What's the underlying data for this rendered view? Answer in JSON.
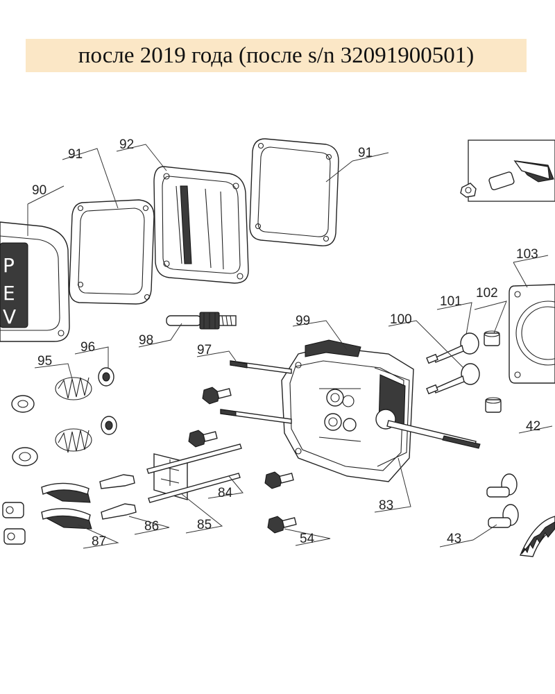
{
  "banner": {
    "text": "после 2019 года (после s/n 32091900501)",
    "background": "#fbe7c6"
  },
  "callouts": {
    "c90": "90",
    "c91a": "91",
    "c92": "92",
    "c91b": "91",
    "c103": "103",
    "c101": "101",
    "c102": "102",
    "c100": "100",
    "c99": "99",
    "c98": "98",
    "c97": "97",
    "c96": "96",
    "c95": "95",
    "c42": "42",
    "c84": "84",
    "c85": "85",
    "c86": "86",
    "c87": "87",
    "c83": "83",
    "c54": "54",
    "c43": "43"
  }
}
